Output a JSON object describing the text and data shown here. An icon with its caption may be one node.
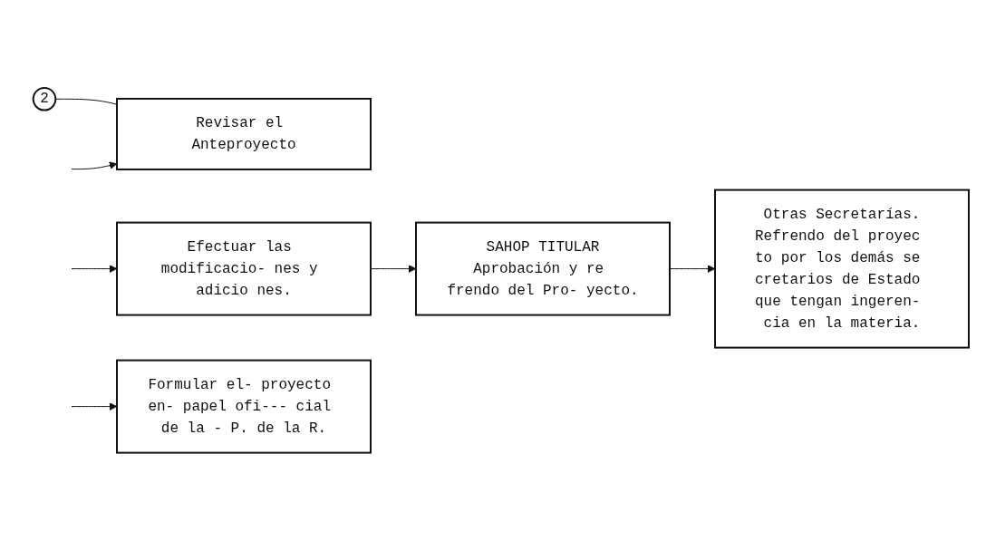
{
  "diagram": {
    "nodes": [
      {
        "text": [
          "2"
        ]
      },
      {
        "text": [
          "Revisar el Anteproyecto"
        ]
      },
      {
        "text": [
          "Efectuar las modificacio- nes y adicio nes."
        ]
      },
      {
        "text": [
          "Formular el- proyecto en- papel ofi--- cial de la - P. de la R."
        ]
      },
      {
        "text": [
          "SAHOP TITULAR",
          "Aprobación y re frendo del Pro- yecto."
        ]
      },
      {
        "text": [
          "Otras Secretarías.",
          "Refrendo del proyec to por los demás se cretarios de Estado que tengan ingeren- cia en la materia."
        ]
      }
    ],
    "edges": [
      {
        "from": 0,
        "to": 1,
        "arrow": "none"
      },
      {
        "from": null,
        "to": 1,
        "arrow": "to"
      },
      {
        "from": null,
        "to": 2,
        "arrow": "to"
      },
      {
        "from": null,
        "to": 3,
        "arrow": "to"
      },
      {
        "from": 2,
        "to": 4,
        "arrow": "to"
      },
      {
        "from": 4,
        "to": 5,
        "arrow": "to"
      }
    ]
  }
}
